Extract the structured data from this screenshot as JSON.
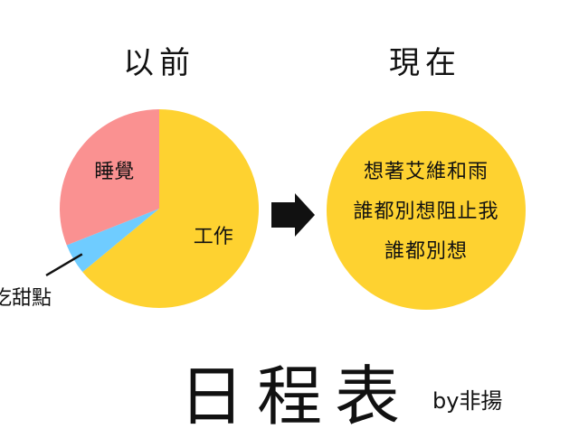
{
  "chart_data": [
    {
      "type": "pie",
      "title": "以前",
      "slices": [
        {
          "label": "工作",
          "value": 64,
          "color": "#FED230"
        },
        {
          "label": "吃甜點",
          "value": 5,
          "color": "#6FCCFF"
        },
        {
          "label": "睡覺",
          "value": 31,
          "color": "#FA9191"
        }
      ]
    },
    {
      "type": "pie",
      "title": "現在",
      "slices": [
        {
          "label": "想著艾維和雨\n誰都別想阻止我\n誰都別想",
          "value": 100,
          "color": "#FED230"
        }
      ]
    }
  ],
  "main_title": "日程表",
  "byline": "by非揚",
  "arrow_icon": "right-arrow-icon"
}
